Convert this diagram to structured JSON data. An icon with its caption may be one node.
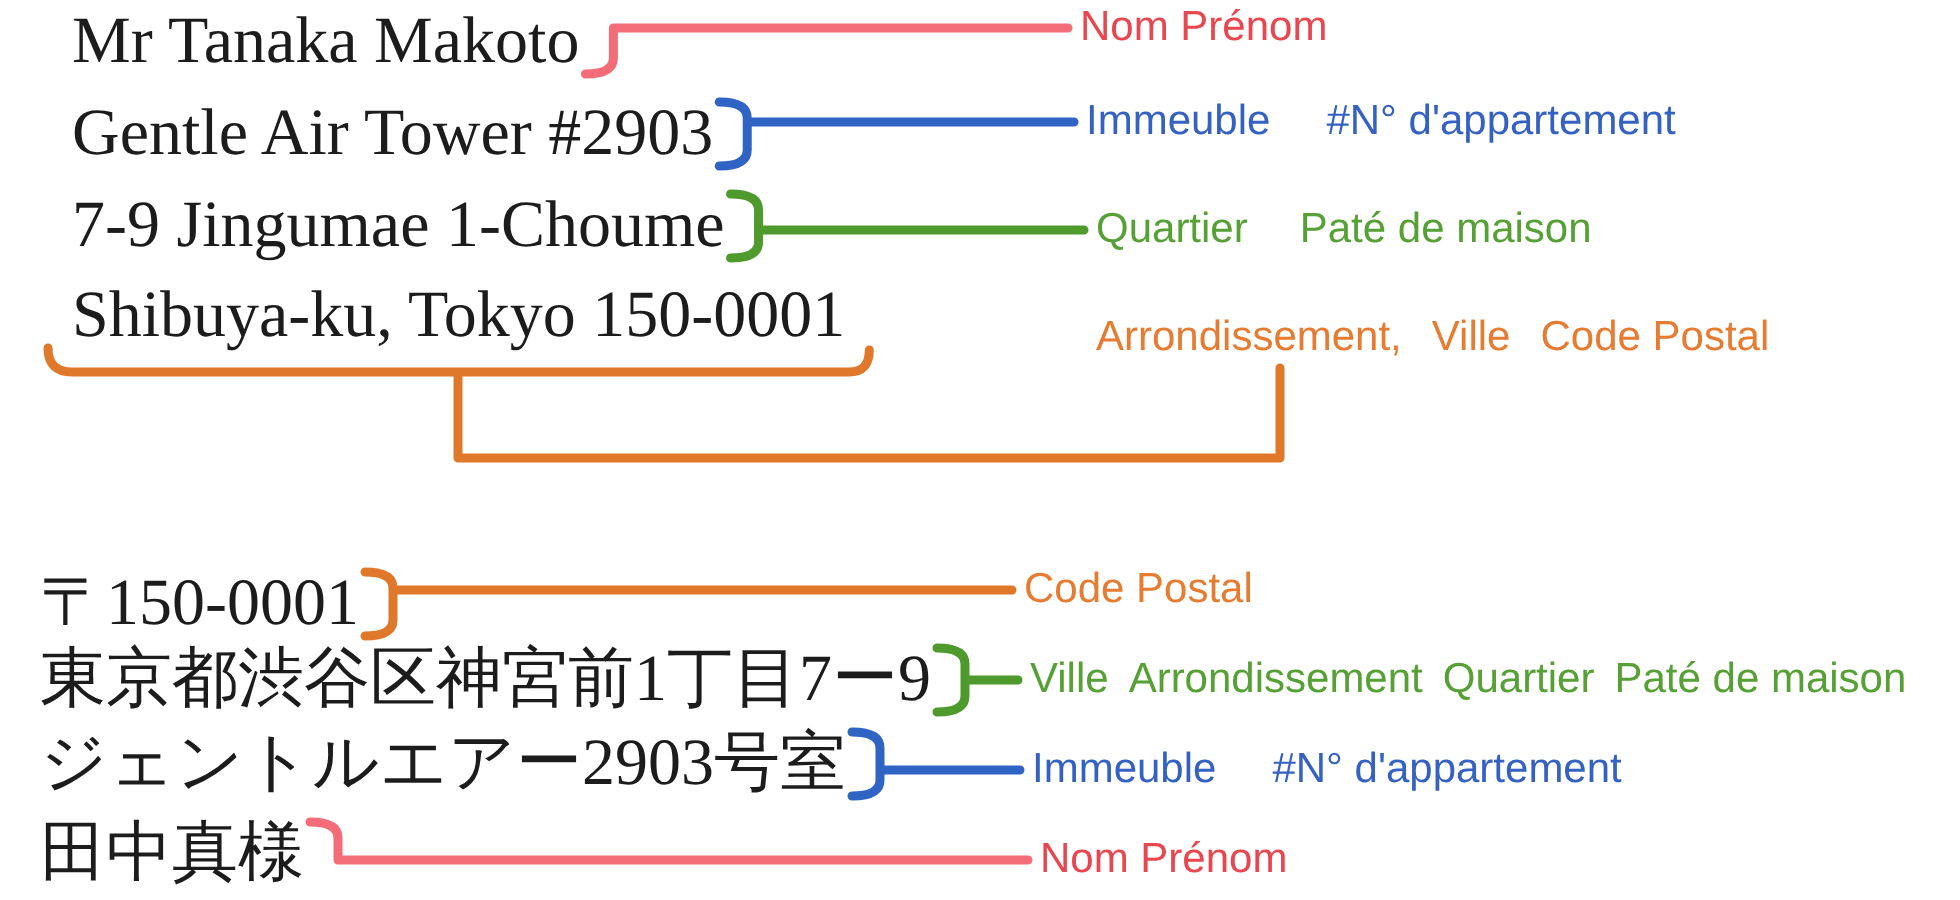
{
  "diagram": {
    "nodes": [
      {
        "text": [
          "Mr Tanaka Makoto"
        ]
      },
      {
        "text": [
          "Nom Prénom"
        ]
      },
      {
        "text": [
          "Gentle Air Tower #2903"
        ]
      },
      {
        "text": [
          "Immeuble",
          "#N° d'appartement"
        ]
      },
      {
        "text": [
          "7-9 Jingumae 1-Choume"
        ]
      },
      {
        "text": [
          "Quartier",
          "Paté de maison"
        ]
      },
      {
        "text": [
          "Shibuya-ku, Tokyo 150-0001"
        ]
      },
      {
        "text": [
          "Arrondissement,",
          "Ville",
          "Code Postal"
        ]
      },
      {
        "text": [
          "〒150-0001"
        ]
      },
      {
        "text": [
          "Code Postal"
        ]
      },
      {
        "text": [
          "東京都渋谷区神宮前1丁目7ー9"
        ]
      },
      {
        "text": [
          "Ville",
          "Arrondissement",
          "Quartier",
          "Paté de maison"
        ]
      },
      {
        "text": [
          "ジェントルエアー2903号室"
        ]
      },
      {
        "text": [
          "Immeuble",
          "#N° d'appartement"
        ]
      },
      {
        "text": [
          "田中真様"
        ]
      },
      {
        "text": [
          "Nom Prénom"
        ]
      }
    ],
    "edges": [
      {
        "from": 0,
        "to": 1,
        "arrow": "none",
        "color": "#f26d77"
      },
      {
        "from": 2,
        "to": 3,
        "arrow": "none",
        "color": "#2f63c4"
      },
      {
        "from": 4,
        "to": 5,
        "arrow": "none",
        "color": "#4e9a2c"
      },
      {
        "from": 6,
        "to": 7,
        "arrow": "none",
        "color": "#e0782c"
      },
      {
        "from": 8,
        "to": 9,
        "arrow": "none",
        "color": "#e0782c"
      },
      {
        "from": 10,
        "to": 11,
        "arrow": "none",
        "color": "#4e9a2c"
      },
      {
        "from": 12,
        "to": 13,
        "arrow": "none",
        "color": "#2f63c4"
      },
      {
        "from": 14,
        "to": 15,
        "arrow": "none",
        "color": "#f26d77"
      }
    ]
  }
}
